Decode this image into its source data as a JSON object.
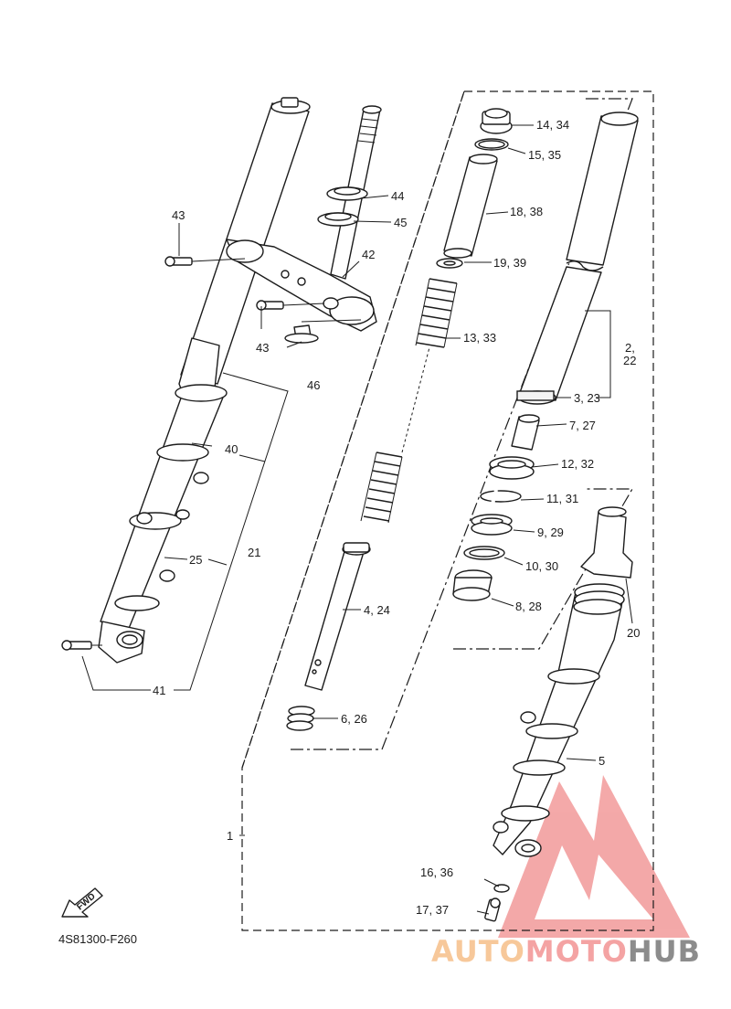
{
  "diagram_code": "4S81300-F260",
  "fwd_label": "FWD",
  "watermark": {
    "part1": "AUTO",
    "part2": "MOTO",
    "part3": "HUB",
    "colors": {
      "part1": "#f7c89a",
      "part2": "#f4a3a3",
      "part3": "#8c8c8c",
      "logo": "#f29a9a"
    }
  },
  "callouts": {
    "c1": "1",
    "c2_22_a": "2,",
    "c2_22_b": "22",
    "c3_23": "3, 23",
    "c4_24": "4, 24",
    "c5": "5",
    "c6_26": "6, 26",
    "c7_27": "7, 27",
    "c8_28": "8, 28",
    "c9_29": "9, 29",
    "c10_30": "10, 30",
    "c11_31": "11, 31",
    "c12_32": "12, 32",
    "c13_33": "13, 33",
    "c14_34": "14, 34",
    "c15_35": "15, 35",
    "c16_36": "16, 36",
    "c17_37": "17, 37",
    "c18_38": "18, 38",
    "c19_39": "19, 39",
    "c20": "20",
    "c21": "21",
    "c25": "25",
    "c40": "40",
    "c41": "41",
    "c42": "42",
    "c43_top": "43",
    "c43_mid": "43",
    "c44": "44",
    "c45": "45",
    "c46": "46"
  }
}
